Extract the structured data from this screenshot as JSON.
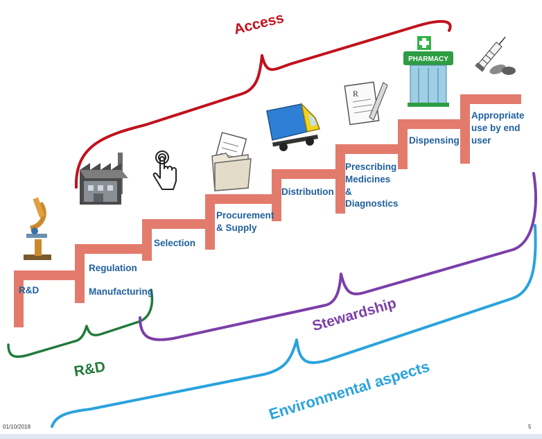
{
  "steps": [
    {
      "label": "R&D"
    },
    {
      "label": "Regulation"
    },
    {
      "label": "Manufacturing"
    },
    {
      "label": "Selection"
    },
    {
      "label": "Procurement & Supply"
    },
    {
      "label": "Distribution"
    },
    {
      "label": "Prescribing Medicines & Diagnostics"
    },
    {
      "label": "Dispensing"
    },
    {
      "label": "Appropriate use by end user"
    }
  ],
  "braces": {
    "access": "Access",
    "rd": "R&D",
    "stewardship": "Stewardship",
    "environmental": "Environmental aspects"
  },
  "icons": {
    "pharmacy_sign": "PHARMACY"
  },
  "footer": {
    "date": "01/10/2018",
    "page": "5"
  },
  "colors": {
    "step": "#e37b6c",
    "step_label": "#1f5f9e",
    "access": "#c0121c",
    "rd": "#217a3a",
    "stewardship": "#7b3fa8",
    "environmental": "#2aa3dd"
  }
}
